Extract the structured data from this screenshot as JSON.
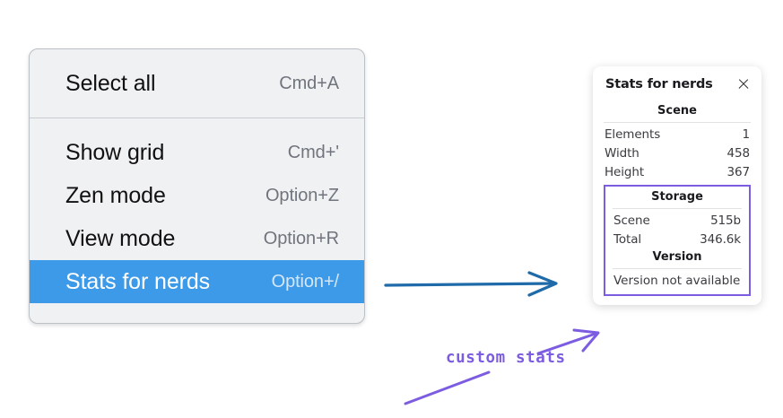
{
  "context_menu": {
    "groups": [
      {
        "name": "group-1",
        "items": [
          {
            "label": "Select all",
            "shortcut": "Cmd+A",
            "highlighted": false
          }
        ]
      },
      {
        "name": "group-2",
        "items": [
          {
            "label": "Show grid",
            "shortcut": "Cmd+'",
            "highlighted": false
          },
          {
            "label": "Zen mode",
            "shortcut": "Option+Z",
            "highlighted": false
          },
          {
            "label": "View mode",
            "shortcut": "Option+R",
            "highlighted": false
          },
          {
            "label": "Stats for nerds",
            "shortcut": "Option+/",
            "highlighted": true
          }
        ]
      }
    ],
    "highlight_color": "#3d9ae8",
    "background_color": "#f0f1f3"
  },
  "stats_panel": {
    "title": "Stats for nerds",
    "close_icon": "close-icon",
    "sections": [
      {
        "name": "scene",
        "title": "Scene",
        "boxed": false,
        "rows": [
          {
            "key": "Elements",
            "value": "1"
          },
          {
            "key": "Width",
            "value": "458"
          },
          {
            "key": "Height",
            "value": "367"
          }
        ]
      },
      {
        "name": "storage",
        "title": "Storage",
        "boxed": true,
        "rows": [
          {
            "key": "Scene",
            "value": "515b"
          },
          {
            "key": "Total",
            "value": "346.6k"
          }
        ]
      },
      {
        "name": "version",
        "title": "Version",
        "boxed": true,
        "text": "Version not available"
      }
    ],
    "highlight_border_color": "#7c5ce0"
  },
  "annotations": {
    "handwritten_note": "custom stats",
    "note_color": "#7c5ce0",
    "flow_arrow_color": "#1f6aa8"
  }
}
